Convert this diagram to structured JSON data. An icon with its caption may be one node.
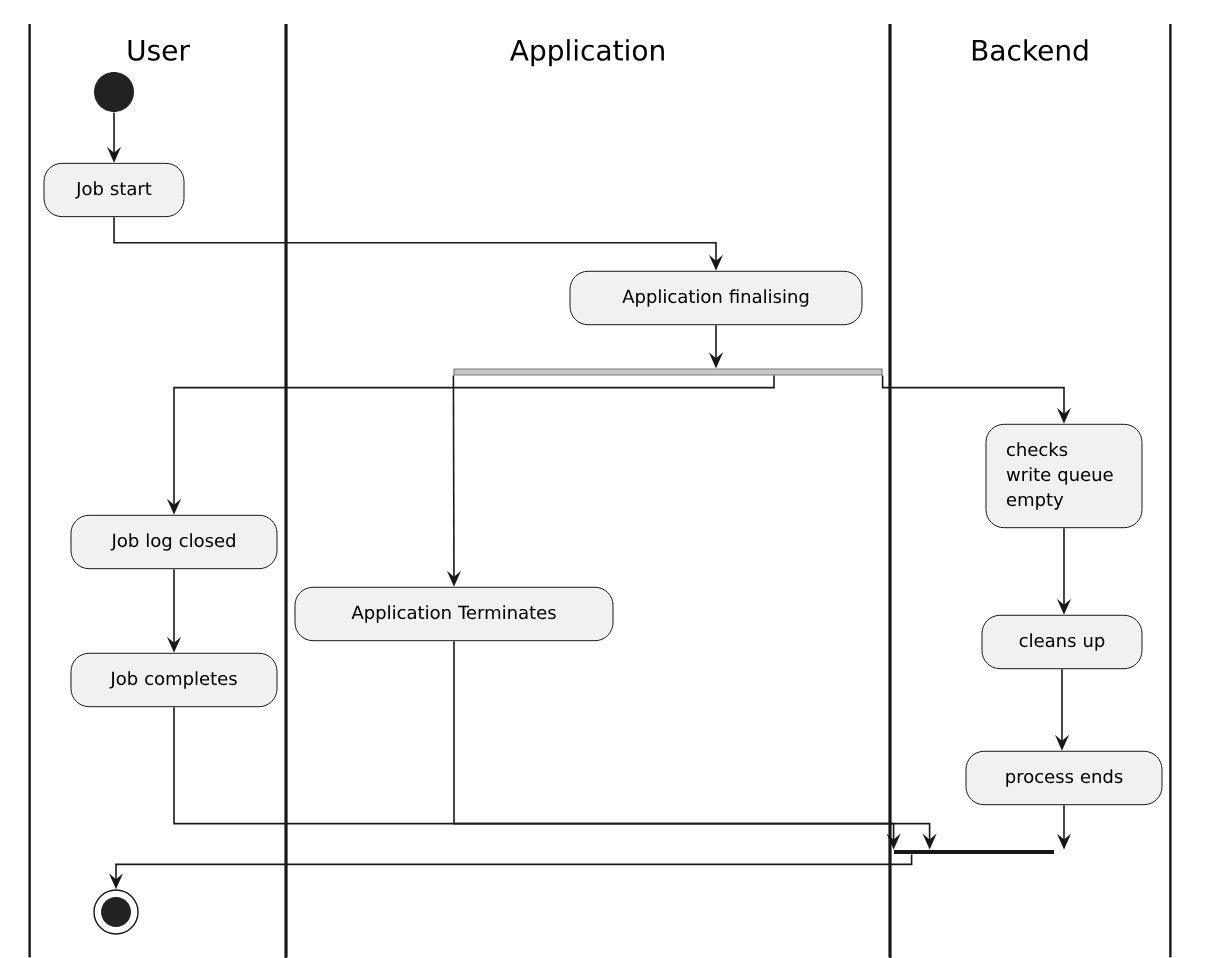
{
  "diagram": {
    "nodes": [
      {
        "text": [
          "User"
        ]
      },
      {
        "text": [
          "Application"
        ]
      },
      {
        "text": [
          "Backend"
        ]
      },
      {
        "text": [],
        "shape": "circle",
        "in": 0
      },
      {
        "text": [
          "Job start"
        ],
        "in": 0
      },
      {
        "text": [
          "Application finalising"
        ],
        "in": 1
      },
      {
        "text": [],
        "shape": "bar",
        "in": 1
      },
      {
        "text": [
          "Job log closed"
        ],
        "in": 0
      },
      {
        "text": [
          "Job completes"
        ],
        "in": 0
      },
      {
        "text": [
          "Application Terminates"
        ],
        "in": 1
      },
      {
        "text": [
          "checks write queue empty"
        ],
        "in": 2
      },
      {
        "text": [
          "cleans up"
        ],
        "in": 2
      },
      {
        "text": [
          "process ends"
        ],
        "in": 2
      },
      {
        "text": [],
        "shape": "bar",
        "in": 2
      },
      {
        "text": [],
        "shape": "circle",
        "in": 0
      }
    ],
    "edges": [
      {
        "from": 3,
        "to": 4,
        "arrow": "to"
      },
      {
        "from": 4,
        "to": 5,
        "arrow": "to"
      },
      {
        "from": 5,
        "to": 6,
        "arrow": "to"
      },
      {
        "from": 6,
        "to": 7,
        "arrow": "to"
      },
      {
        "from": 6,
        "to": 9,
        "arrow": "to"
      },
      {
        "from": 6,
        "to": 10,
        "arrow": "to"
      },
      {
        "from": 7,
        "to": 8,
        "arrow": "to"
      },
      {
        "from": 10,
        "to": 11,
        "arrow": "to"
      },
      {
        "from": 11,
        "to": 12,
        "arrow": "to"
      },
      {
        "from": 8,
        "to": 13,
        "arrow": "to"
      },
      {
        "from": 9,
        "to": 13,
        "arrow": "to"
      },
      {
        "from": 12,
        "to": 13,
        "arrow": "to"
      },
      {
        "from": 13,
        "to": 14,
        "arrow": "to"
      }
    ]
  }
}
